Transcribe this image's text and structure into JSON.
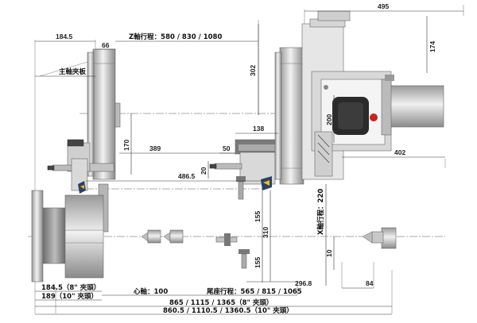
{
  "top": {
    "dim_495": "495",
    "dim_184_5": "184.5",
    "dim_66": "66",
    "z_travel": "Z軸行程：580 / 830 / 1080",
    "dim_174": "174",
    "dim_302": "302",
    "main_chuck_label": "主軸夾板"
  },
  "middle": {
    "dim_170": "170",
    "dim_389": "389",
    "dim_138": "138",
    "dim_50": "50",
    "dim_20": "20",
    "dim_486_5": "486.5",
    "dim_200": "200",
    "dim_402": "402",
    "x_travel": "X軸行程：220"
  },
  "lower": {
    "dim_155_a": "155",
    "dim_310": "310",
    "dim_155_b": "155",
    "dim_10": "10",
    "dim_296_8": "296.8",
    "dim_84": "84"
  },
  "bottom": {
    "chuck8": "184.5（8\" 夾頭）",
    "chuck10": "189（10\" 夾頭）",
    "center_height": "心軸：100",
    "tailstock_travel": "尾座行程：565 / 815 / 1065",
    "total_8": "865 / 1115 / 1365（8\" 夾頭）",
    "total_10": "860.5 / 1110.5 / 1360.5（10\" 夾頭）"
  }
}
